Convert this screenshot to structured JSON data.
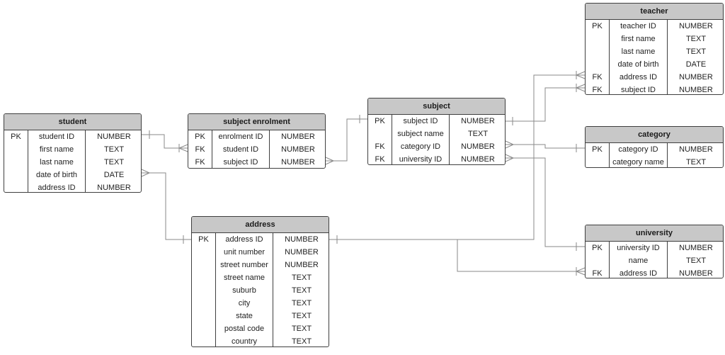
{
  "colors": {
    "header_bg": "#c8c8c8",
    "border": "#3f3f3f",
    "connector": "#8a8a8a"
  },
  "entities": {
    "student": {
      "title": "student",
      "rows": [
        {
          "key": "PK",
          "name": "student ID",
          "type": "NUMBER"
        },
        {
          "key": "",
          "name": "first name",
          "type": "TEXT"
        },
        {
          "key": "",
          "name": "last name",
          "type": "TEXT"
        },
        {
          "key": "",
          "name": "date of birth",
          "type": "DATE"
        },
        {
          "key": "",
          "name": "address ID",
          "type": "NUMBER"
        }
      ]
    },
    "enrolment": {
      "title": "subject enrolment",
      "rows": [
        {
          "key": "PK",
          "name": "enrolment ID",
          "type": "NUMBER"
        },
        {
          "key": "FK",
          "name": "student ID",
          "type": "NUMBER"
        },
        {
          "key": "FK",
          "name": "subject ID",
          "type": "NUMBER"
        }
      ]
    },
    "subject": {
      "title": "subject",
      "rows": [
        {
          "key": "PK",
          "name": "subject ID",
          "type": "NUMBER"
        },
        {
          "key": "",
          "name": "subject name",
          "type": "TEXT"
        },
        {
          "key": "FK",
          "name": "category ID",
          "type": "NUMBER"
        },
        {
          "key": "FK",
          "name": "university ID",
          "type": "NUMBER"
        }
      ]
    },
    "address": {
      "title": "address",
      "rows": [
        {
          "key": "PK",
          "name": "address ID",
          "type": "NUMBER"
        },
        {
          "key": "",
          "name": "unit number",
          "type": "NUMBER"
        },
        {
          "key": "",
          "name": "street number",
          "type": "NUMBER"
        },
        {
          "key": "",
          "name": "street name",
          "type": "TEXT"
        },
        {
          "key": "",
          "name": "suburb",
          "type": "TEXT"
        },
        {
          "key": "",
          "name": "city",
          "type": "TEXT"
        },
        {
          "key": "",
          "name": "state",
          "type": "TEXT"
        },
        {
          "key": "",
          "name": "postal code",
          "type": "TEXT"
        },
        {
          "key": "",
          "name": "country",
          "type": "TEXT"
        }
      ]
    },
    "teacher": {
      "title": "teacher",
      "rows": [
        {
          "key": "PK",
          "name": "teacher ID",
          "type": "NUMBER"
        },
        {
          "key": "",
          "name": "first name",
          "type": "TEXT"
        },
        {
          "key": "",
          "name": "last name",
          "type": "TEXT"
        },
        {
          "key": "",
          "name": "date of birth",
          "type": "DATE"
        },
        {
          "key": "FK",
          "name": "address ID",
          "type": "NUMBER"
        },
        {
          "key": "FK",
          "name": "subject ID",
          "type": "NUMBER"
        }
      ]
    },
    "category": {
      "title": "category",
      "rows": [
        {
          "key": "PK",
          "name": "category ID",
          "type": "NUMBER"
        },
        {
          "key": "",
          "name": "category name",
          "type": "TEXT"
        }
      ]
    },
    "university": {
      "title": "university",
      "rows": [
        {
          "key": "PK",
          "name": "university ID",
          "type": "NUMBER"
        },
        {
          "key": "",
          "name": "name",
          "type": "TEXT"
        },
        {
          "key": "FK",
          "name": "address ID",
          "type": "NUMBER"
        }
      ]
    }
  },
  "relationships": [
    {
      "from": "student.student ID",
      "to": "subject enrolment.student ID",
      "from_end": "one",
      "to_end": "many"
    },
    {
      "from": "subject.subject ID",
      "to": "subject enrolment.subject ID",
      "from_end": "one",
      "to_end": "many"
    },
    {
      "from": "address.address ID",
      "to": "student.address ID",
      "from_end": "one",
      "to_end": "many"
    },
    {
      "from": "subject.subject ID",
      "to": "teacher.subject ID",
      "from_end": "one",
      "to_end": "many"
    },
    {
      "from": "address.address ID",
      "to": "teacher.address ID",
      "from_end": "one",
      "to_end": "many"
    },
    {
      "from": "category.category ID",
      "to": "subject.category ID",
      "from_end": "one",
      "to_end": "many"
    },
    {
      "from": "university.university ID",
      "to": "subject.university ID",
      "from_end": "one",
      "to_end": "many"
    },
    {
      "from": "address.address ID",
      "to": "university.address ID",
      "from_end": "one",
      "to_end": "many"
    }
  ]
}
